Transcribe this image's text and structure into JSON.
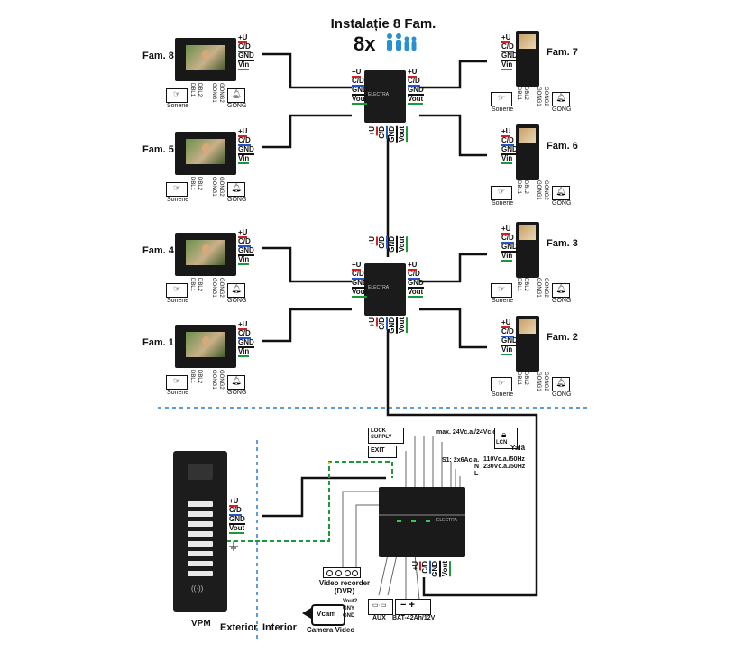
{
  "title": "Instalație 8 Fam.",
  "title_count": "8x",
  "family_labels": [
    "Fam. 8",
    "Fam. 5",
    "Fam. 4",
    "Fam. 1",
    "Fam. 7",
    "Fam. 6",
    "Fam. 3",
    "Fam. 2"
  ],
  "monitor_terminals": [
    "+U",
    "C/D",
    "GND",
    "Vin"
  ],
  "distributor_terminals": [
    "+U",
    "C/D",
    "GND",
    "Vout"
  ],
  "panel_terminals": [
    "+U",
    "C/D",
    "GND",
    "Vout"
  ],
  "bell_label": "Sonerie",
  "gong_label": "GONG",
  "dbl_labels": [
    "DBL1",
    "DBL2"
  ],
  "gong_pins": [
    "GONG1",
    "GONG2"
  ],
  "panel_name": "VPM",
  "exterior_label": "Exterior",
  "interior_label": "Interior",
  "camera_label": "Camera Video",
  "vcam_label": "Vcam",
  "camera_pins": [
    "Vout2",
    "GNY",
    "GND"
  ],
  "dvr_label": "Video recorder (DVR)",
  "lock_supply_label": "LOCK SUPPLY",
  "exit_label": "EXIT",
  "lock_voltage_label": "max. 24Vc.a./24Vc.c.",
  "lock_label": "Yală",
  "lock_box_label": "LCN",
  "s1_label": "S1: 2x6Ac.a.",
  "mains_labels": [
    "110Vc.a./50Hz",
    "230Vc.a./50Hz"
  ],
  "mains_terminals": [
    "N",
    "L"
  ],
  "aux_label": "AUX",
  "battery_label": "BAT-42Ah/12V",
  "brand_label": "ELECTRA",
  "wire_colors": {
    "plus": "#d32020",
    "cd": "#1f55c8",
    "gnd": "#111111",
    "vin": "#1a9a3a"
  }
}
